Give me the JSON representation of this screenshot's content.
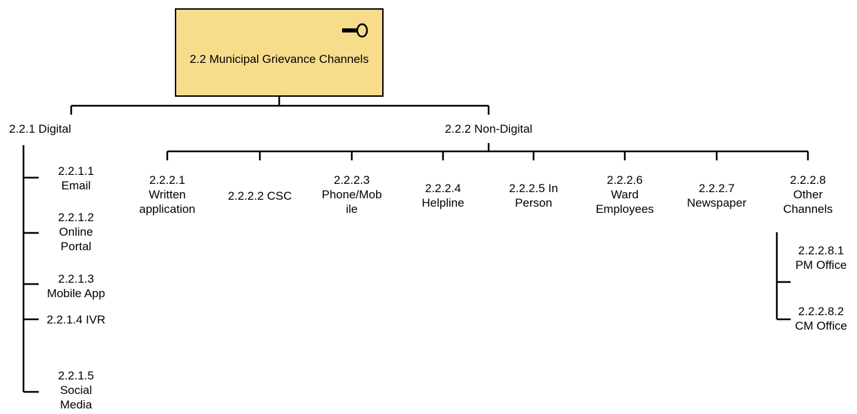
{
  "root": {
    "label": "2.2 Municipal Grievance Channels",
    "icon": "key-icon",
    "fill": "#f7dc8c"
  },
  "digital": {
    "label": "2.2.1 Digital",
    "children": [
      {
        "lines": [
          "2.2.1.1",
          "Email"
        ]
      },
      {
        "lines": [
          "2.2.1.2",
          "Online",
          "Portal"
        ]
      },
      {
        "lines": [
          "2.2.1.3",
          "Mobile App"
        ]
      },
      {
        "lines": [
          "2.2.1.4 IVR"
        ]
      },
      {
        "lines": [
          "2.2.1.5",
          "Social",
          "Media"
        ]
      }
    ]
  },
  "non_digital": {
    "label": "2.2.2 Non-Digital",
    "children": [
      {
        "lines": [
          "2.2.2.1",
          "Written",
          "application"
        ]
      },
      {
        "lines": [
          "2.2.2.2 CSC"
        ]
      },
      {
        "lines": [
          "2.2.2.3",
          "Phone/Mob",
          "ile"
        ]
      },
      {
        "lines": [
          "2.2.2.4",
          "Helpline"
        ]
      },
      {
        "lines": [
          "2.2.2.5 In",
          "Person"
        ]
      },
      {
        "lines": [
          "2.2.2.6",
          "Ward",
          "Employees"
        ]
      },
      {
        "lines": [
          "2.2.2.7",
          "Newspaper"
        ]
      },
      {
        "lines": [
          "2.2.2.8",
          "Other",
          "Channels"
        ]
      }
    ],
    "other_children": [
      {
        "lines": [
          "2.2.2.8.1",
          "PM Office"
        ]
      },
      {
        "lines": [
          "2.2.2.8.2",
          "CM Office"
        ]
      }
    ]
  }
}
